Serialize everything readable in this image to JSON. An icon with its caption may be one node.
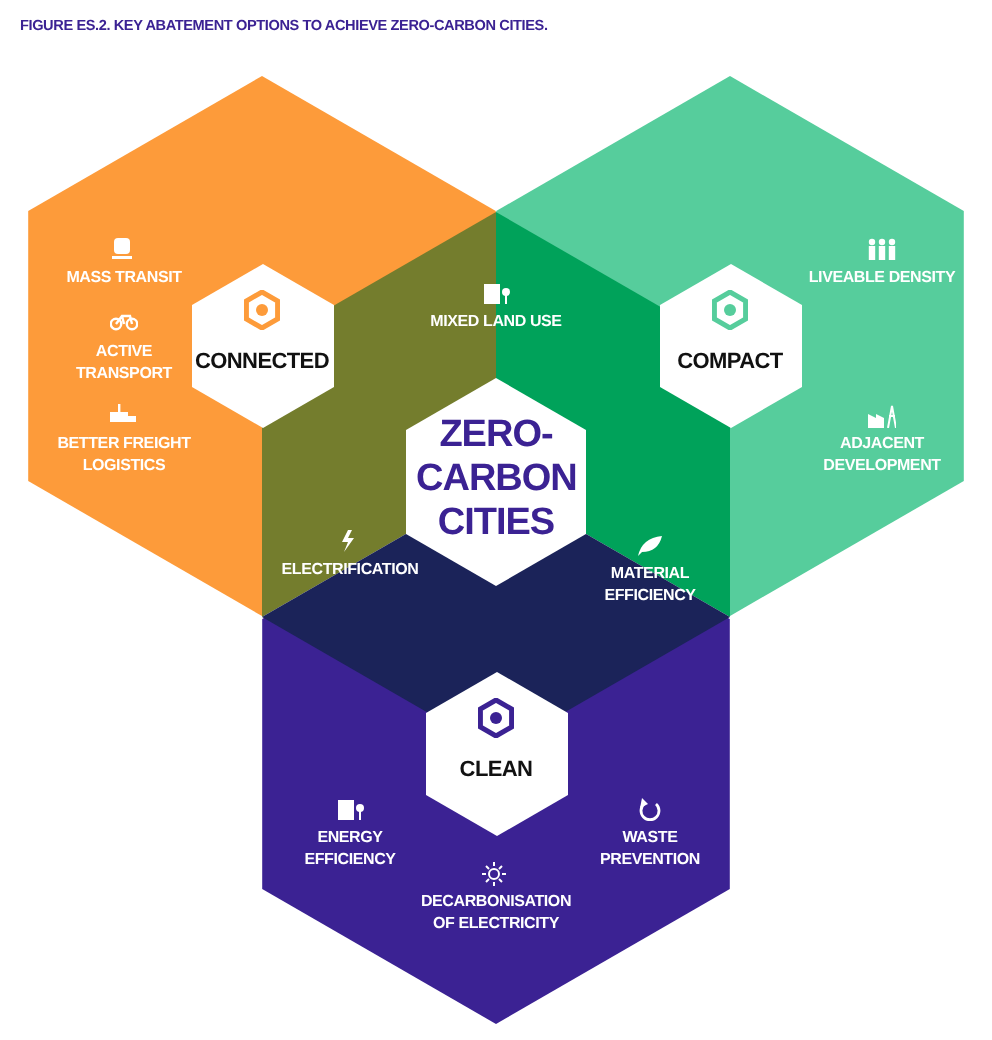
{
  "diagram": {
    "title": "FIGURE ES.2. KEY ABATEMENT OPTIONS TO ACHIEVE ZERO-CARBON CITIES.",
    "nodes": [
      {
        "text": [
          "CONNECTED"
        ]
      },
      {
        "text": [
          "COMPACT"
        ]
      },
      {
        "text": [
          "ZERO-CARBON CITIES"
        ]
      },
      {
        "text": [
          "CLEAN"
        ]
      }
    ],
    "edges": [],
    "labels": [
      "MASS TRANSIT",
      "ACTIVE TRANSPORT",
      "MIXED LAND USE",
      "LIVEABLE DENSITY",
      "BETTER FREIGHT LOGISTICS",
      "ADJACENT DEVELOPMENT",
      "ELECTRIFICATION",
      "MATERIAL EFFICIENCY",
      "ENERGY EFFICIENCY",
      "WASTE PREVENTION",
      "DECARBONISATION OF ELECTRICITY"
    ]
  }
}
